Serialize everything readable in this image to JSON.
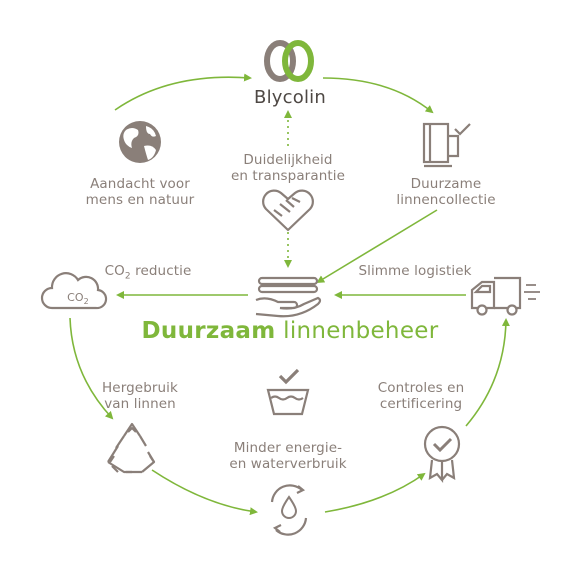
{
  "brand": {
    "name": "Blycolin"
  },
  "title": {
    "bold": "Duurzaam",
    "rest": "linnenbeheer"
  },
  "labels": {
    "aandacht": [
      "Aandacht voor",
      "mens en natuur"
    ],
    "duidelijkheid": [
      "Duidelijkheid",
      "en transparantie"
    ],
    "duurzame": [
      "Duurzame",
      "linnencollectie"
    ],
    "co2_reductie": {
      "text": "CO",
      "sub": "2",
      "tail": " reductie"
    },
    "co2_cloud": {
      "text": "CO",
      "sub": "2"
    },
    "slimme": [
      "Slimme logistiek"
    ],
    "hergebruik": [
      "Hergebruik",
      "van linnen"
    ],
    "minder": [
      "Minder energie-",
      "en waterverbruik"
    ],
    "controles": [
      "Controles en",
      "certificering"
    ]
  },
  "colors": {
    "green": "#7fb73b",
    "grey": "#8a7f79",
    "dark": "#4e4844"
  },
  "icons": [
    "blycolin-logo-icon",
    "globe-icon",
    "linen-check-icon",
    "handshake-heart-icon",
    "linen-stack-hand-icon",
    "co2-cloud-icon",
    "truck-icon",
    "wash-check-icon",
    "recycle-icon",
    "water-cycle-icon",
    "certificate-icon"
  ]
}
